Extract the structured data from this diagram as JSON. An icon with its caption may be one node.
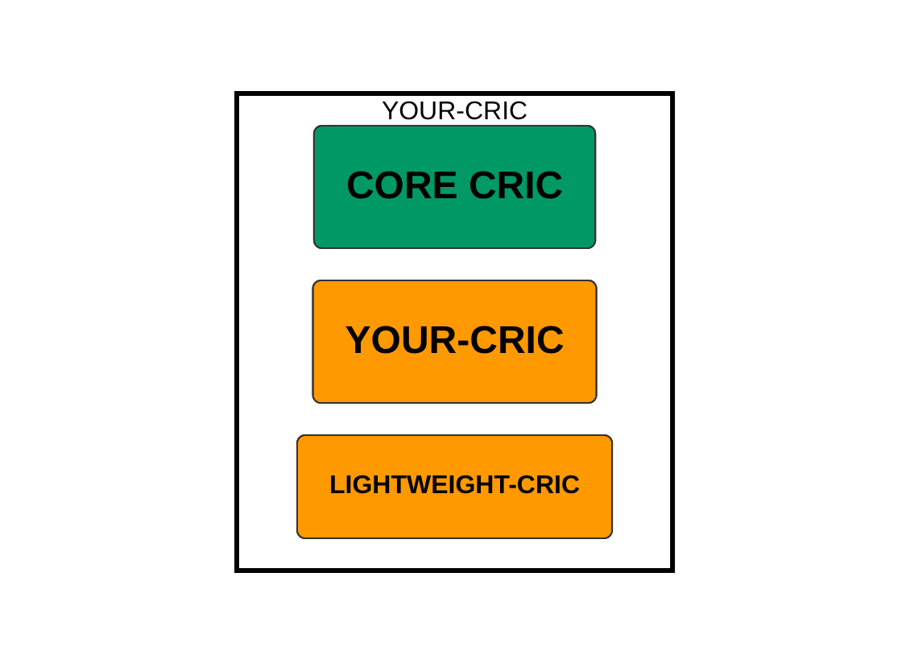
{
  "diagram": {
    "nodes": [
      {
        "text": [
          "YOUR-CRIC"
        ]
      },
      {
        "text": [
          "CORE CRIC"
        ],
        "in": 0
      },
      {
        "text": [
          "YOUR-CRIC"
        ],
        "in": 0
      },
      {
        "text": [
          "LIGHTWEIGHT-CRIC"
        ],
        "in": 0
      }
    ]
  }
}
